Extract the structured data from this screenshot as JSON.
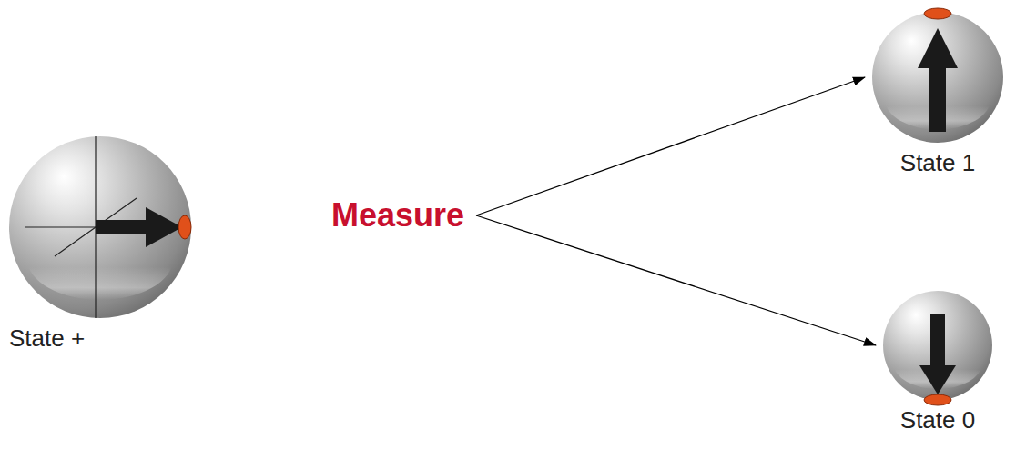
{
  "diagram": {
    "nodes": [
      {
        "text": [
          "State +"
        ]
      },
      {
        "text": [
          "Measure"
        ]
      },
      {
        "text": [
          "State 1"
        ]
      },
      {
        "text": [
          "State 0"
        ]
      }
    ],
    "edges": [
      {
        "from": 1,
        "to": 2,
        "arrow": "to"
      },
      {
        "from": 1,
        "to": 3,
        "arrow": "to"
      }
    ]
  }
}
